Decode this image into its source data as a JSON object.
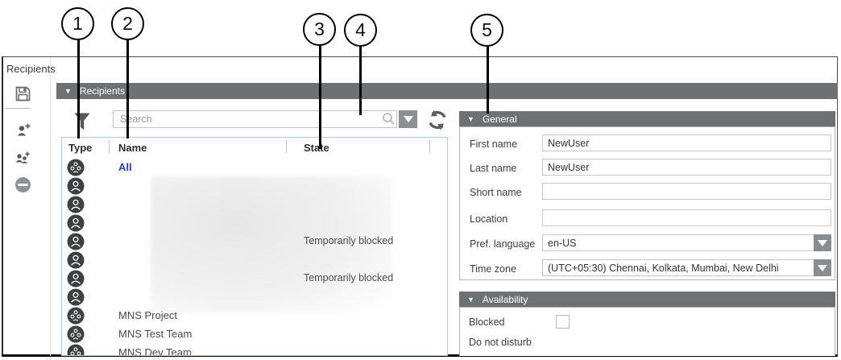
{
  "callouts": [
    "1",
    "2",
    "3",
    "4",
    "5"
  ],
  "panel_title": "Recipients",
  "sidebar": {
    "icons": [
      {
        "name": "save-icon"
      },
      {
        "name": "add-user-icon"
      },
      {
        "name": "add-group-icon"
      },
      {
        "name": "remove-icon"
      }
    ]
  },
  "recipients": {
    "header_label": "Recipients",
    "search": {
      "placeholder": "Search",
      "icons": [
        "search-icon",
        "chevron-down-icon",
        "refresh-icon"
      ]
    },
    "filter_icon": "funnel-icon",
    "columns": [
      {
        "label": "Type"
      },
      {
        "label": "Name"
      },
      {
        "label": "State"
      }
    ],
    "rows": [
      {
        "icon": "group",
        "name": "All",
        "state": "",
        "blurred": false
      },
      {
        "icon": "person",
        "name": "",
        "state": "",
        "blurred": true
      },
      {
        "icon": "person",
        "name": "",
        "state": "",
        "blurred": true
      },
      {
        "icon": "person",
        "name": "",
        "state": "",
        "blurred": true
      },
      {
        "icon": "person",
        "name": "",
        "state": "Temporarily blocked",
        "blurred": true
      },
      {
        "icon": "person",
        "name": "",
        "state": "",
        "blurred": true
      },
      {
        "icon": "person",
        "name": "",
        "state": "Temporarily blocked",
        "blurred": true
      },
      {
        "icon": "person",
        "name": "",
        "state": "",
        "blurred": true
      },
      {
        "icon": "group",
        "name": "MNS Project",
        "state": "",
        "blurred": false
      },
      {
        "icon": "group",
        "name": "MNS Test Team",
        "state": "",
        "blurred": false
      },
      {
        "icon": "group",
        "name": "MNS Dev Team",
        "state": "",
        "blurred": false
      }
    ]
  },
  "general": {
    "header_label": "General",
    "fields": [
      {
        "label": "First name",
        "value": "NewUser",
        "type": "text"
      },
      {
        "label": "Last name",
        "value": "NewUser",
        "type": "text"
      },
      {
        "label": "Short name",
        "value": "",
        "type": "text"
      },
      {
        "label": "Location",
        "value": "",
        "type": "text"
      },
      {
        "label": "Pref. language",
        "value": "en-US",
        "type": "combo"
      },
      {
        "label": "Time zone",
        "value": "(UTC+05:30) Chennai, Kolkata, Mumbai, New Delhi",
        "type": "combo"
      }
    ]
  },
  "availability": {
    "header_label": "Availability",
    "rows": [
      {
        "label": "Blocked",
        "has_checkbox": true,
        "checked": false
      },
      {
        "label": "Do not disturb",
        "has_checkbox": false
      }
    ]
  },
  "colors": {
    "section_header_bar": "#6e7174",
    "all_link_blue": "#2b3ccc",
    "table_border_blue": "#aecbe8",
    "icon_circle_dark": "#3e4143",
    "dropdown_button_gray": "#878d91"
  }
}
